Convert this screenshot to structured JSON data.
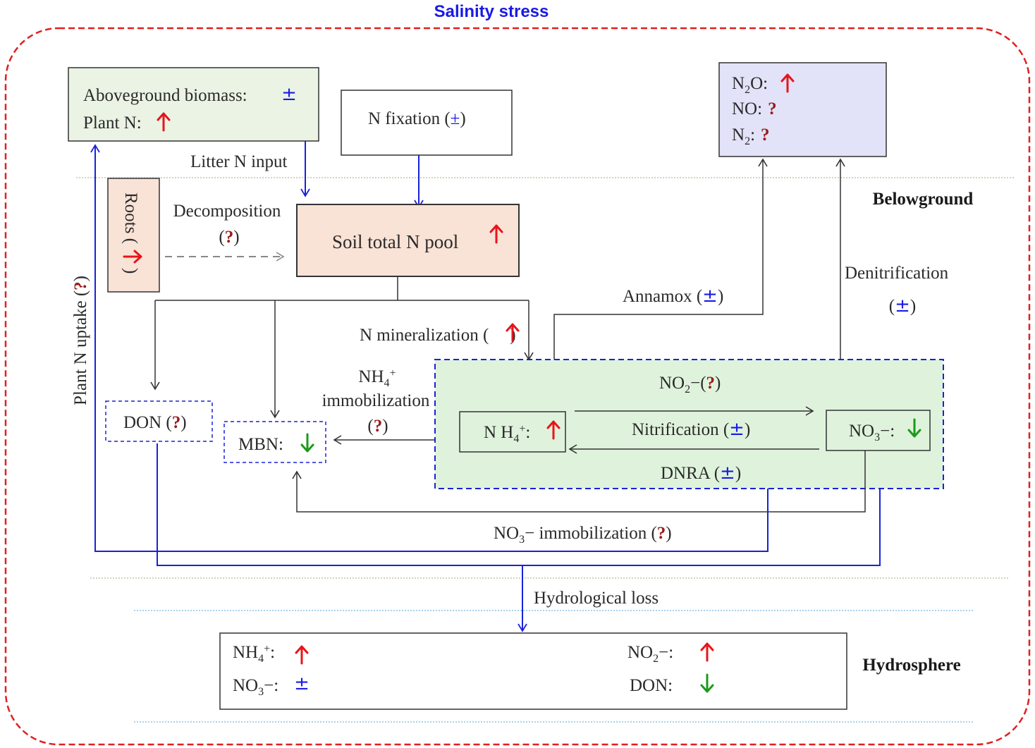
{
  "title": "Salinity stress",
  "zones": {
    "belowground": "Belowground",
    "hydrosphere": "Hydrosphere"
  },
  "colors": {
    "frame": "#e02020",
    "up": "#e8141a",
    "down": "#1a9a1a",
    "plus_minus": "#1a1ae6",
    "question": "#9a1b1b",
    "blue_flow": "#1a22d8",
    "green_box": "#eaf3e4",
    "purple_box": "#e2e2f8",
    "soil_box": "#f9e2d6",
    "ammonium_zone": "#dff3dc"
  },
  "symbols": {
    "up": "arrow-up-icon",
    "down": "arrow-down-icon",
    "plus_minus": "±",
    "question": "?"
  },
  "aboveground": {
    "biomass_label": "Aboveground biomass:",
    "biomass_symbol": "±",
    "plant_n_label": "Plant N:"
  },
  "n_fixation": {
    "label": "N fixation (",
    "symbol": "±",
    "close": ")"
  },
  "gases": {
    "n2o_n": "N",
    "n2o_sub": "2",
    "n2o_rest": "O:",
    "no_label": "NO:",
    "no_symbol": "?",
    "n2_n": "N",
    "n2_sub": "2",
    "n2_rest": ":",
    "n2_symbol": "?"
  },
  "labels": {
    "litter_input": "Litter N input",
    "decomposition": "Decomposition",
    "decomposition_open": "(",
    "decomposition_q": "?",
    "decomposition_close": ")",
    "roots": "Roots (",
    "roots_close": ")",
    "soil_pool": "Soil total N pool",
    "plant_uptake": "Plant N uptake (",
    "plant_uptake_q": "?",
    "plant_uptake_close": ")",
    "annamox": "Annamox (",
    "annamox_symbol": "±",
    "annamox_close": ")",
    "denitrification": "Denitrification",
    "denitrification_open": "(",
    "denitrification_symbol": "±",
    "denitrification_close": ")",
    "mineralization": "N mineralization (",
    "mineralization_close": ")",
    "nh4_immob_line1": "NH",
    "nh4_immob_sub": "4",
    "nh4_immob_sup": "+",
    "nh4_immob_line2": "immobilization",
    "nh4_immob_open": "(",
    "nh4_immob_q": "?",
    "nh4_immob_close": ")",
    "no2_n": "NO",
    "no2_sub": "2",
    "no2_charge": "−",
    "no2_open": "(",
    "no2_q": "?",
    "no2_close": ")",
    "nitrification": "Nitrification (",
    "nitrification_symbol": "±",
    "nitrification_close": ")",
    "dnra": "DNRA (",
    "dnra_symbol": "±",
    "dnra_close": ")",
    "no3_immob_n": "NO",
    "no3_immob_sub": "3",
    "no3_immob_rest": "− immobilization (",
    "no3_immob_q": "?",
    "no3_immob_close": ")",
    "hydrological_loss": "Hydrological loss"
  },
  "pools": {
    "don": "DON (",
    "don_q": "?",
    "don_close": ")",
    "mbn": "MBN:",
    "nh4_n": "N H",
    "nh4_sub": "4",
    "nh4_sup": "+",
    "nh4_colon": ":",
    "no3_n": "NO",
    "no3_sub": "3",
    "no3_rest": "−:"
  },
  "hydrosphere": {
    "nh4_n": "NH",
    "nh4_sub": "4",
    "nh4_sup": "+",
    "nh4_colon": ":",
    "no3_n": "NO",
    "no3_sub": "3",
    "no3_rest": "−:",
    "no3_symbol": "±",
    "no2_n": "NO",
    "no2_sub": "2",
    "no2_rest": "−:",
    "don": "DON:"
  }
}
